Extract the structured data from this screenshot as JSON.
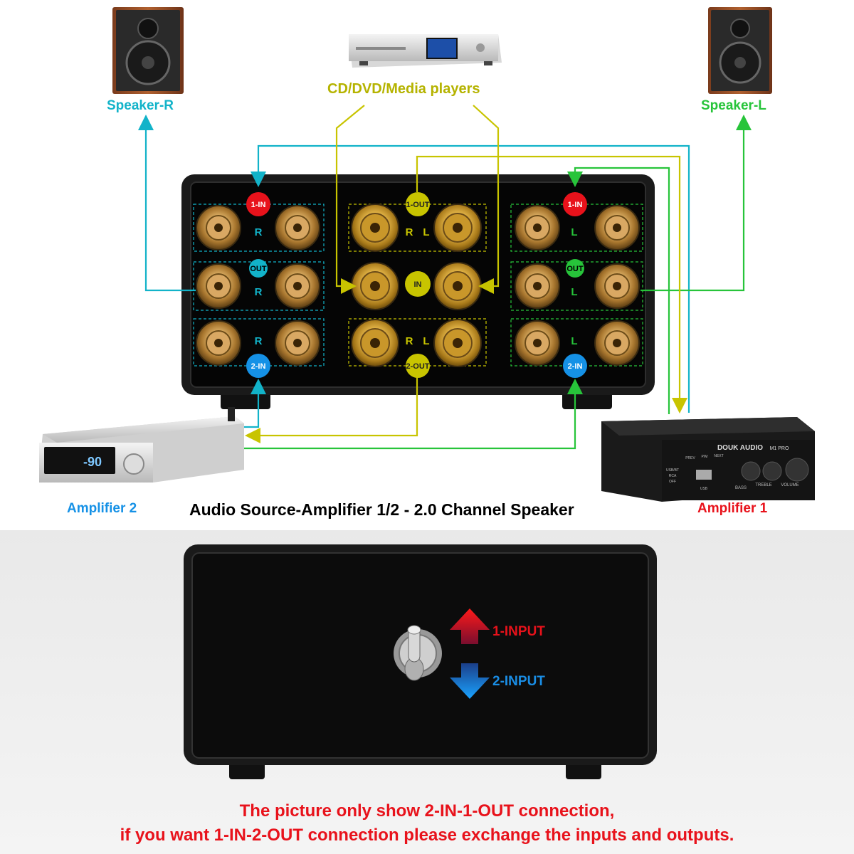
{
  "colors": {
    "speaker_r": "#12b3c9",
    "speaker_l": "#27c43a",
    "media": "#b5b300",
    "amp1": "#e8121b",
    "amp2": "#1591e6",
    "title": "#000000"
  },
  "labels": {
    "speaker_r": "Speaker-R",
    "speaker_l": "Speaker-L",
    "media": "CD/DVD/Media players",
    "amp2": "Amplifier 2",
    "amp1": "Amplifier 1",
    "title": "Audio Source-Amplifier 1/2 - 2.0 Channel Speaker"
  },
  "switchbox": {
    "badges": {
      "in1_left": "1-IN",
      "in1_right": "1-IN",
      "out_left": "OUT",
      "out_right": "OUT",
      "in2_left": "2-IN",
      "in2_right": "2-IN",
      "out1_center": "1-OUT",
      "in_center": "IN",
      "out2_center": "2-OUT"
    },
    "channel_letters": {
      "left_r1": "R",
      "left_r2": "R",
      "left_r3": "R",
      "center_r1_r": "R",
      "center_r1_l": "L",
      "center_r3_r": "R",
      "center_r3_l": "L",
      "right_r1": "L",
      "right_r2": "L",
      "right_r3": "L"
    }
  },
  "amp1_panel": {
    "brand": "DOUK AUDIO",
    "model": "M1 PRO",
    "knob_labels": [
      "BASS",
      "TREBLE",
      "VOLUME"
    ],
    "button_labels": [
      "PREV",
      "P/M",
      "NEXT"
    ],
    "input_labels": [
      "USB/BT",
      "RCA",
      "OFF"
    ],
    "usb_label": "USB"
  },
  "amp2_panel": {
    "display": "-90"
  },
  "rear_panel": {
    "up_label": "1-INPUT",
    "down_label": "2-INPUT"
  },
  "notes": {
    "line1": "The picture only show 2-IN-1-OUT connection,",
    "line2": "if you want 1-IN-2-OUT connection please exchange the inputs and outputs."
  }
}
